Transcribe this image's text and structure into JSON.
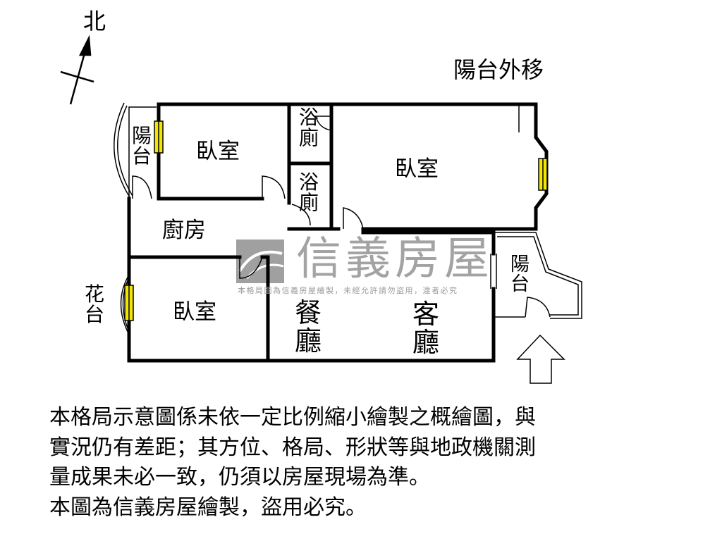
{
  "compass": {
    "north_label": "北"
  },
  "rooms": {
    "balcony_left": "陽台",
    "bedroom_top_left": "臥室",
    "bath_1": "浴廁",
    "bath_2": "浴廁",
    "bedroom_master": "臥室",
    "balcony_moved": "陽台外移",
    "kitchen": "廚房",
    "flower_bed": "花台",
    "bedroom_bottom_left": "臥室",
    "dining": "餐廳",
    "living": "客廳",
    "balcony_right": "陽台"
  },
  "watermark": {
    "brand": "信義房屋",
    "notice": "本格局圖為信義房屋繪製，未經允許請勿盜用，違者必究"
  },
  "notes": [
    "本格局示意圖係未依一定比例縮小繪製之概繪圖，與",
    "實況仍有差距；其方位、格局、形狀等與地政機關測",
    "量成果未必一致，仍須以房屋現場為準。",
    "本圖為信義房屋繪製，盜用必究。"
  ],
  "colors": {
    "wall": "#000000",
    "window": "#f2e600",
    "watermark": "#9a9a9a"
  }
}
